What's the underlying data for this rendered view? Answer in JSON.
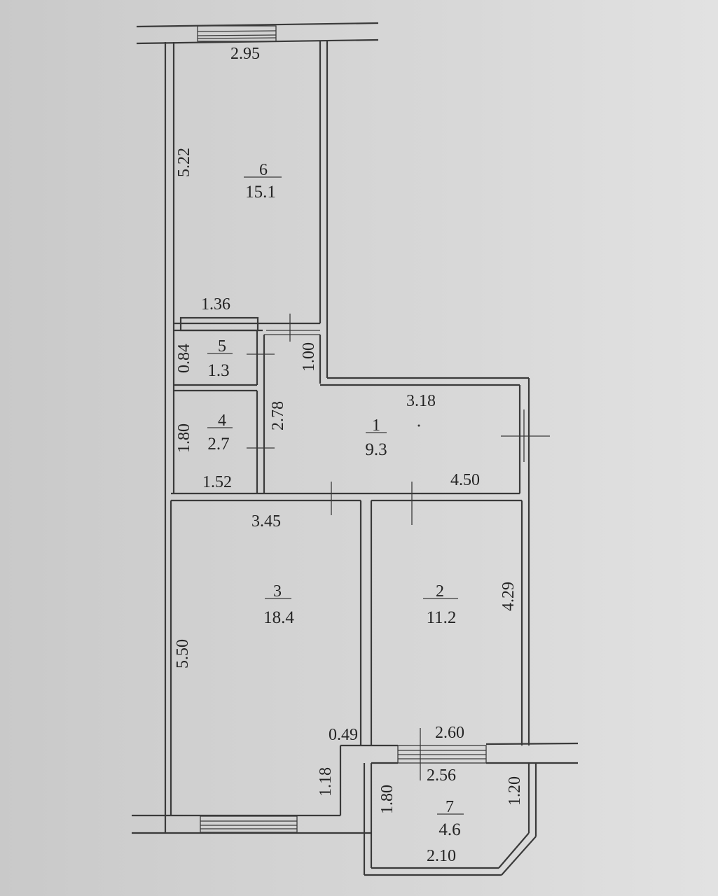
{
  "plan": {
    "rooms": [
      {
        "id": "1",
        "number": "1",
        "area": "9.3"
      },
      {
        "id": "2",
        "number": "2",
        "area": "11.2"
      },
      {
        "id": "3",
        "number": "3",
        "area": "18.4"
      },
      {
        "id": "4",
        "number": "4",
        "area": "2.7"
      },
      {
        "id": "5",
        "number": "5",
        "area": "1.3"
      },
      {
        "id": "6",
        "number": "6",
        "area": "15.1"
      },
      {
        "id": "7",
        "number": "7",
        "area": "4.6"
      }
    ],
    "dimensions": {
      "room6_top": "2.95",
      "room6_left": "5.22",
      "room6_bottom": "1.36",
      "room5_left": "0.84",
      "corridor_upper": "1.00",
      "room4_left": "1.80",
      "room4_right": "2.78",
      "room4_bottom": "1.52",
      "room1_top": "3.18",
      "room1_bottom": "4.50",
      "room3_top": "3.45",
      "room3_left": "5.50",
      "room2_right": "4.29",
      "notch_top": "0.49",
      "notch_left": "1.18",
      "room2_bottom": "2.60",
      "balcony_top": "2.56",
      "balcony_left": "1.80",
      "balcony_right": "1.20",
      "balcony_bottom": "2.10"
    }
  }
}
